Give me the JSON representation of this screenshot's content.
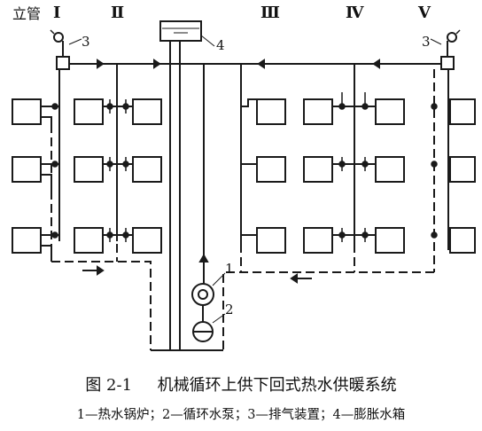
{
  "labels": {
    "riser": "立管",
    "riser_1": "Ⅰ",
    "riser_2": "Ⅱ",
    "riser_3": "Ⅲ",
    "riser_4": "Ⅳ",
    "riser_5": "Ⅴ",
    "n1": "1",
    "n2": "2",
    "n3a": "3",
    "n3b": "3",
    "n4": "4"
  },
  "caption": {
    "figure": "图 2-1",
    "title": "机械循环上供下回式热水供暖系统"
  },
  "legend": "1—热水锅炉；2—循环水泵；3—排气装置；4—膨胀水箱",
  "colors": {
    "line": "#1a1a1a",
    "radiator_fill": "#ffffff",
    "background": "#ffffff"
  }
}
